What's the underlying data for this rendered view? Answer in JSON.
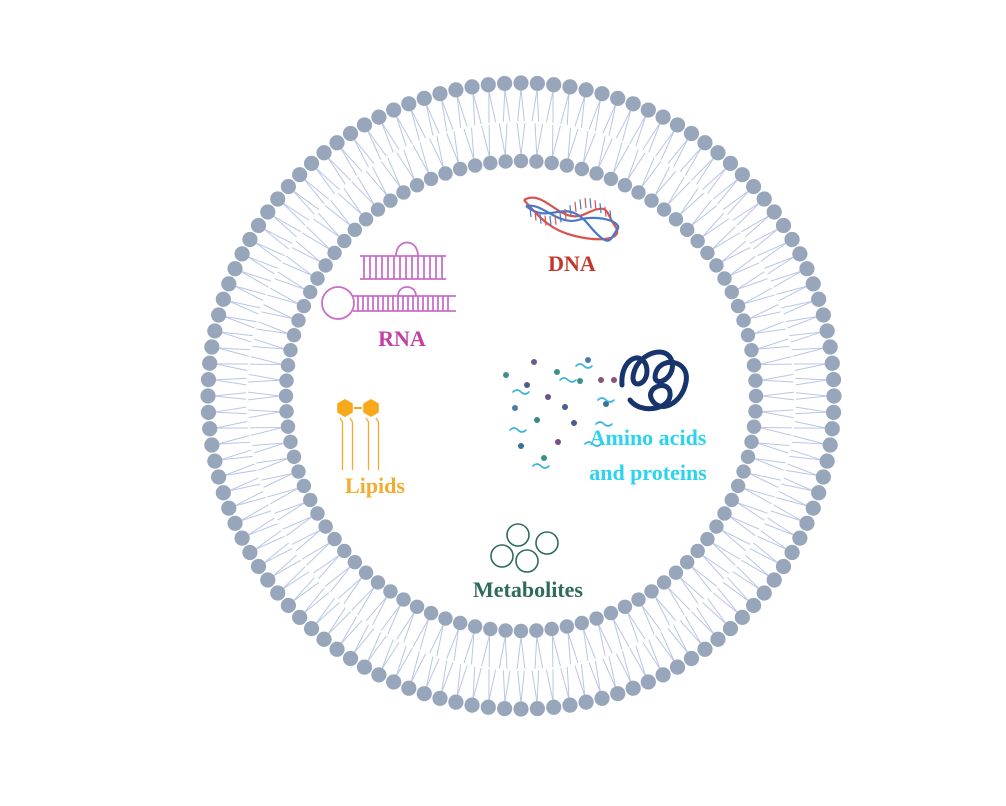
{
  "labels": {
    "dna": "DNA",
    "rna": "RNA",
    "amino_line1": "Amino acids",
    "amino_line2": "and proteins",
    "lipids": "Lipids",
    "metabolites": "Metabolites"
  },
  "colors": {
    "membrane_head": "#97a6bb",
    "membrane_tail": "#b9c6e6",
    "dna_label": "#c0392b",
    "dna_strand_a": "#d9534f",
    "dna_strand_b": "#4a78c8",
    "rna": "#c86fc6",
    "rna_label": "#c23fa5",
    "lipids": "#f2ad2e",
    "lipid_head": "#f7a81b",
    "amino_label": "#2ad3ee",
    "protein": "#17346d",
    "metabolites": "#2f6a5f"
  },
  "icons": [
    "lipid-bilayer-icon",
    "dna-helix-icon",
    "rna-hairpin-icon",
    "protein-coil-icon",
    "amino-acid-dots-icon",
    "lipid-molecule-icon",
    "metabolite-circles-icon"
  ]
}
